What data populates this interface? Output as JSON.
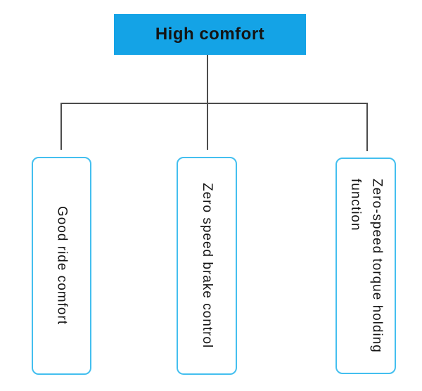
{
  "diagram": {
    "root": {
      "label": "High comfort"
    },
    "children": [
      {
        "label": "Good ride comfort"
      },
      {
        "label": "Zero speed brake control"
      },
      {
        "label": "Zero-speed torque holding\nfunction"
      }
    ]
  },
  "colors": {
    "root_fill": "#14a3e6",
    "child_border": "#43bfef",
    "connector": "#4c4c4c",
    "text": "#141414",
    "background": "#ffffff"
  }
}
